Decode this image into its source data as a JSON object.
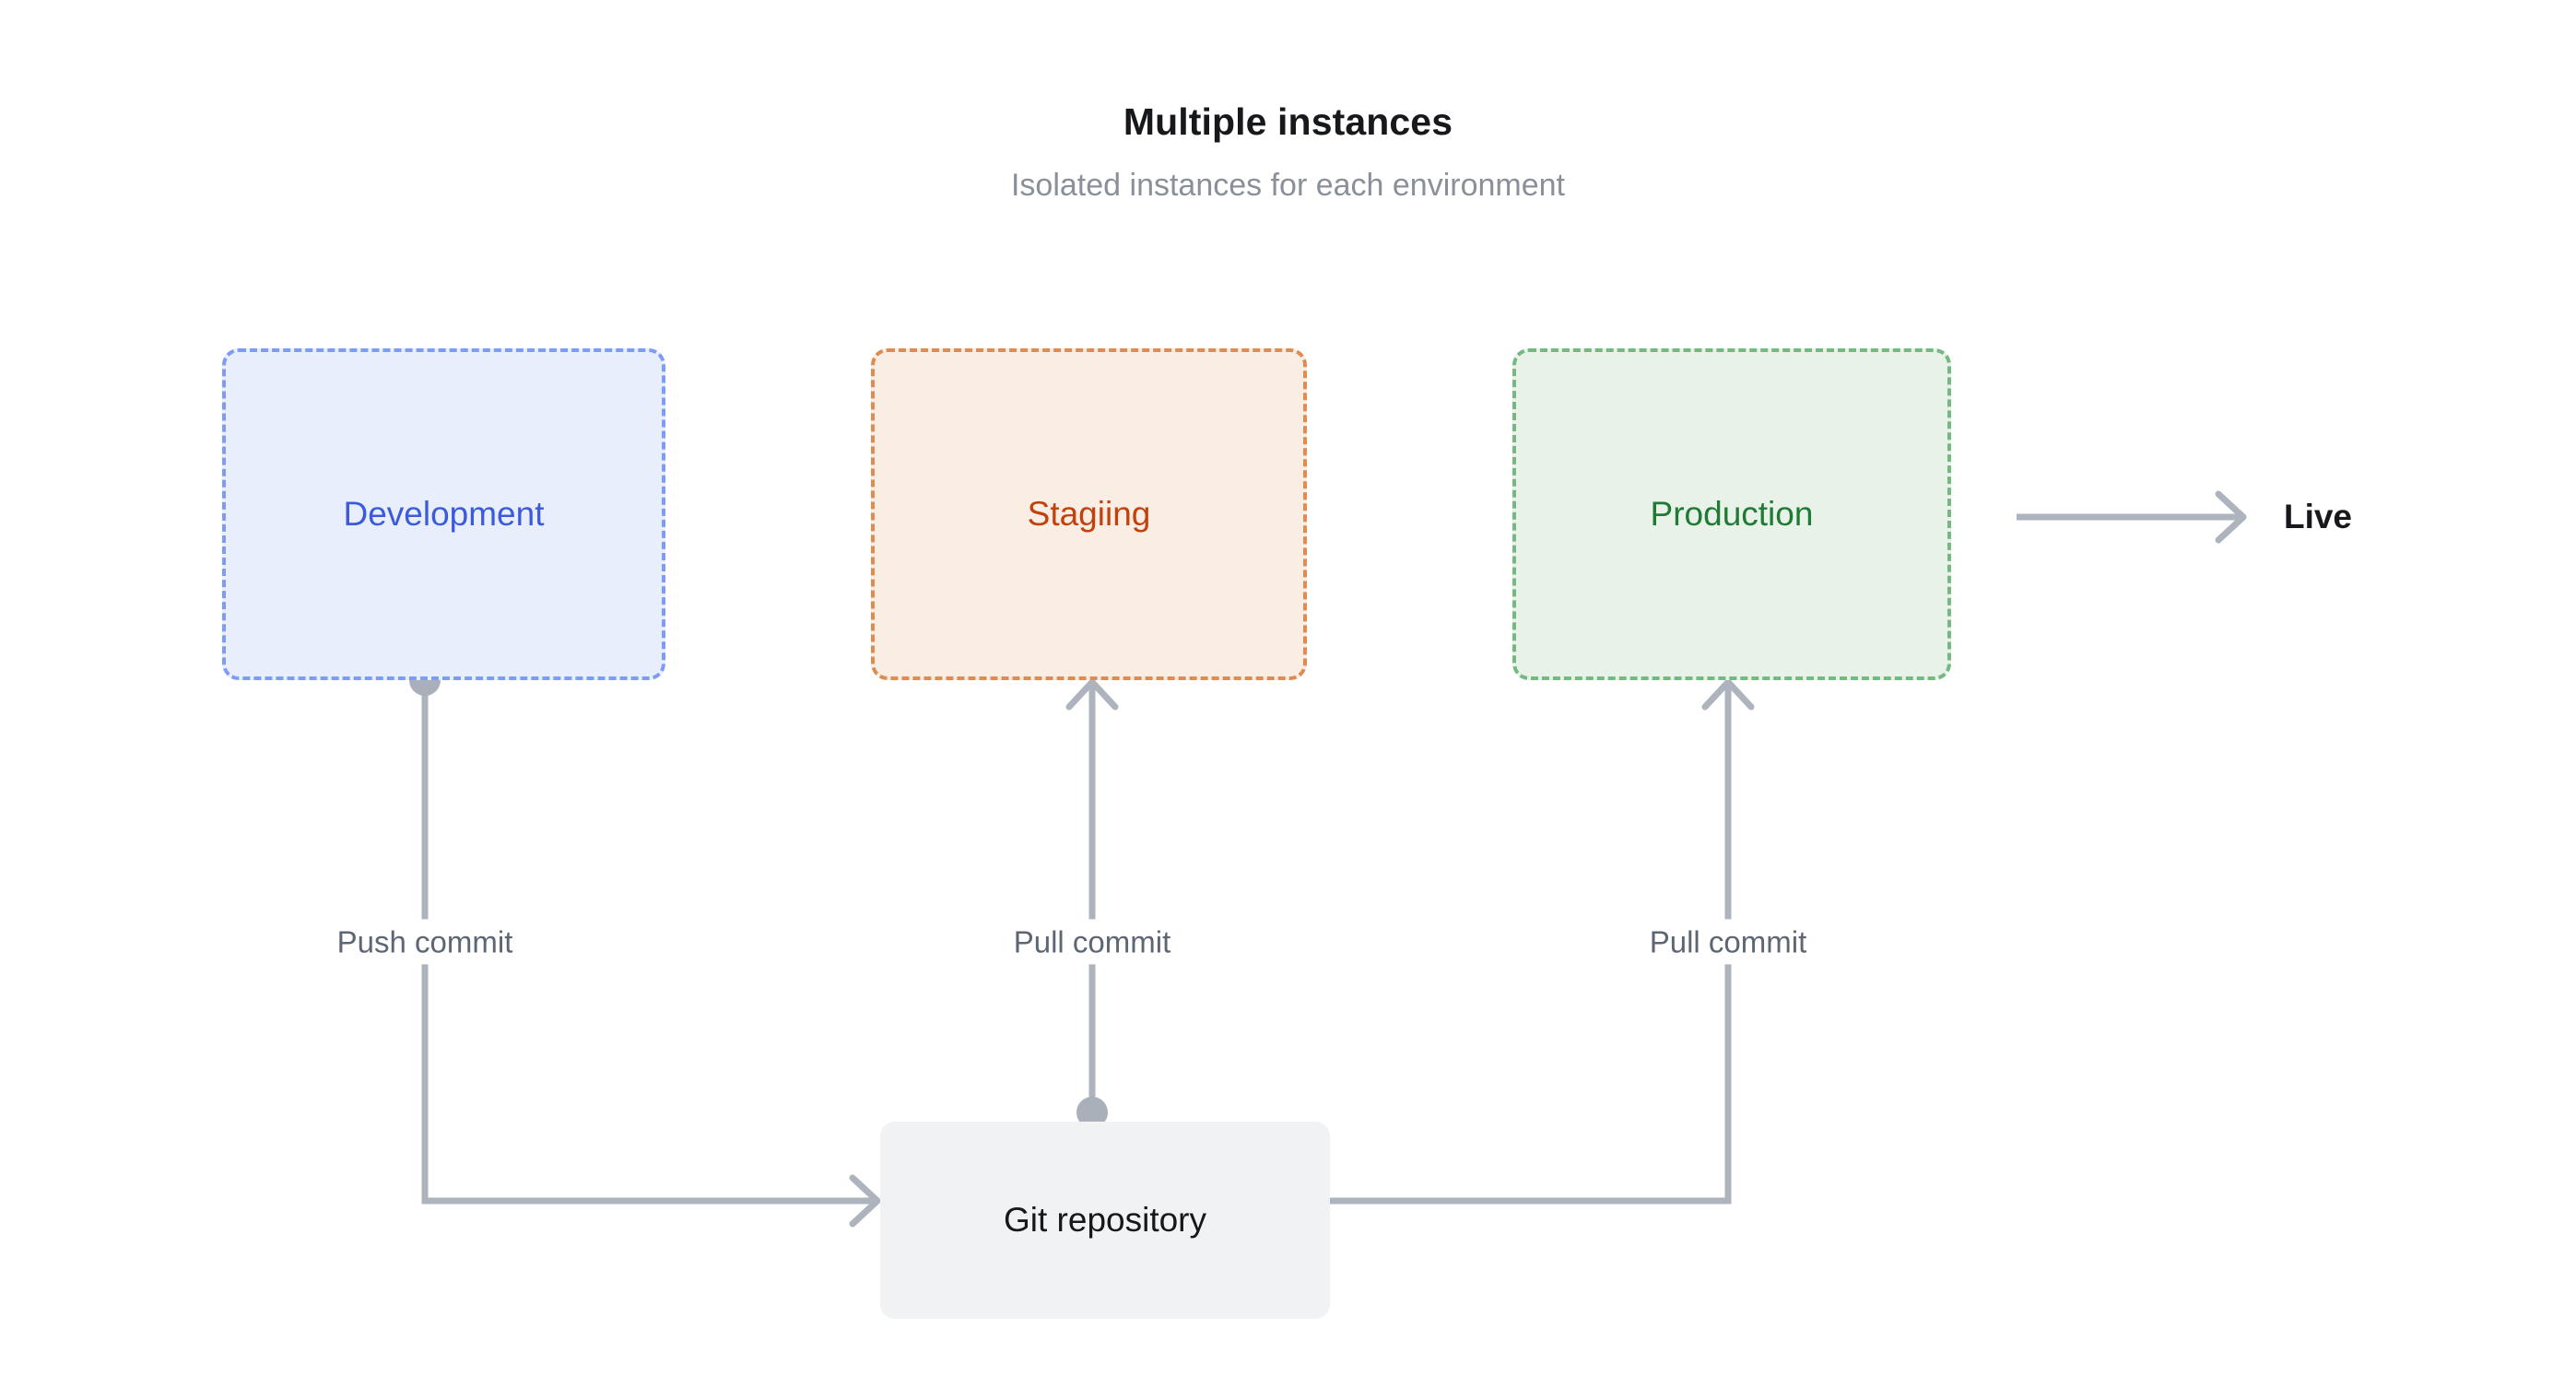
{
  "header": {
    "title": "Multiple instances",
    "subtitle": "Isolated instances for each environment"
  },
  "environments": [
    {
      "id": "development",
      "label": "Development",
      "fill": "#e9eefc",
      "border": "#7f9cf5",
      "text": "#3b5bdb"
    },
    {
      "id": "staging",
      "label": "Stagiing",
      "fill": "#faeee4",
      "border": "#e08b50",
      "text": "#c2410c"
    },
    {
      "id": "production",
      "label": "Production",
      "fill": "#e8f2e9",
      "border": "#74b97f",
      "text": "#1f7a34"
    }
  ],
  "nodes": {
    "git_repository": {
      "label": "Git repository",
      "fill": "#f1f2f4",
      "text": "#16181c"
    }
  },
  "edge_labels": {
    "push_commit": "Push commit",
    "pull_commit_staging": "Pull commit",
    "pull_commit_production": "Pull commit"
  },
  "terminal": {
    "live_label": "Live"
  },
  "colors": {
    "edge": "#aeb4bd",
    "connector_dot": "#aab0b9",
    "background": "#ffffff",
    "title": "#16181c",
    "subtitle": "#8a9099",
    "edge_label": "#5d6773"
  },
  "icons": {
    "arrow_development_to_git": "arrow-right-icon",
    "arrow_git_to_staging": "arrow-up-icon",
    "arrow_git_to_production": "arrow-up-icon",
    "arrow_production_to_live": "arrow-right-icon",
    "dot_development": "connector-dot-icon",
    "dot_git_top": "connector-dot-icon",
    "dot_git_right": "connector-dot-icon"
  }
}
